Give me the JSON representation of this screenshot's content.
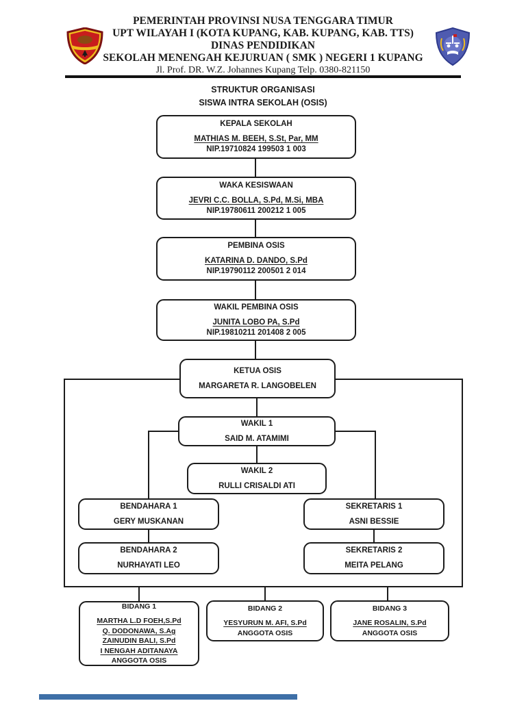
{
  "letterhead": {
    "line1": "PEMERINTAH PROVINSI NUSA TENGGARA TIMUR",
    "line2": "UPT WILAYAH I (KOTA KUPANG, KAB. KUPANG, KAB. TTS)",
    "line3": "DINAS PENDIDIKAN",
    "line4": "SEKOLAH MENENGAH KEJURUAN ( SMK ) NEGERI 1 KUPANG",
    "address": "Jl. Prof. DR. W.Z. Johannes Kupang Telp. 0380-821150",
    "left_crest": "ntt-province-crest",
    "right_crest": "smk-negeri-1-kupang-crest"
  },
  "doc_title": {
    "line1": "STRUKTUR ORGANISASI",
    "line2": "SISWA INTRA SEKOLAH (OSIS)"
  },
  "nodes": {
    "kepala": {
      "title": "KEPALA SEKOLAH",
      "name": "MATHIAS M. BEEH, S.St, Par, MM",
      "nip": "NIP.19710824 199503 1 003"
    },
    "waka": {
      "title": "WAKA KESISWAAN",
      "name": "JEVRI C.C. BOLLA, S.Pd, M.Si, MBA",
      "nip": "NIP.19780611 200212 1 005"
    },
    "pembina": {
      "title": "PEMBINA OSIS",
      "name": "KATARINA D. DANDO, S.Pd",
      "nip": "NIP.19790112 200501 2 014"
    },
    "wakil_pembina": {
      "title": "WAKIL PEMBINA OSIS",
      "name": "JUNITA LOBO PA, S.Pd",
      "nip": "NIP.19810211 201408 2 005"
    },
    "ketua": {
      "title": "KETUA OSIS",
      "name": "MARGARETA R. LANGOBELEN"
    },
    "wakil1": {
      "title": "WAKIL 1",
      "name": "SAID M. ATAMIMI"
    },
    "wakil2": {
      "title": "WAKIL 2",
      "name": "RULLI CRISALDI ATI"
    },
    "bendahara1": {
      "title": "BENDAHARA 1",
      "name": "GERY MUSKANAN"
    },
    "sekretaris1": {
      "title": "SEKRETARIS 1",
      "name": "ASNI BESSIE"
    },
    "bendahara2": {
      "title": "BENDAHARA 2",
      "name": "NURHAYATI LEO"
    },
    "sekretaris2": {
      "title": "SEKRETARIS 2",
      "name": "MEITA PELANG"
    },
    "bidang1": {
      "title": "BIDANG 1",
      "members": [
        "MARTHA L.D FOEH,S.Pd",
        "Q. DODONAWA, S.Ag",
        "ZAINUDIN BALI, S.Pd",
        "I NENGAH ADITANAYA"
      ],
      "footer": "ANGGOTA OSIS"
    },
    "bidang2": {
      "title": "BIDANG 2",
      "name": "YESYURUN M. AFI, S.Pd",
      "footer": "ANGGOTA OSIS"
    },
    "bidang3": {
      "title": "BIDANG 3",
      "name": "JANE ROSALIN, S.Pd",
      "footer": "ANGGOTA OSIS"
    }
  },
  "colors": {
    "ink": "#1b1b1b",
    "crest_red": "#c81d1d",
    "crest_yellow": "#f0bd1f",
    "crest_maroon": "#7c1212",
    "crest_blue": "#4f5bb0",
    "bottom_bar_blue": "#3e6fa7"
  }
}
